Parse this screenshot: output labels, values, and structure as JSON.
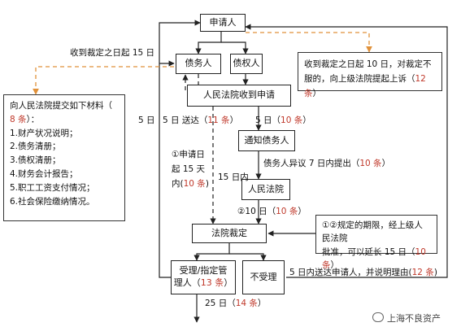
{
  "nodes": {
    "applicant": "申请人",
    "debtor": "债务人",
    "creditor": "债权人",
    "court_receive": "人民法院收到申请",
    "notify_debtor": "通知债务人",
    "court": "人民法院",
    "ruling": "法院裁定",
    "accept_prefix": "受理/指定管",
    "accept_line2": "理人（",
    "accept_ref": "13 条",
    "accept_suffix": "）",
    "reject": "不受理"
  },
  "labels": {
    "ruling_15days": "收到裁定之日起 15 日",
    "appeal_line1": "收到裁定之日起  10 日，对裁定不",
    "appeal_line2_a": "服的，向上级法院提起上诉（",
    "appeal_ref": "12 条",
    "appeal_line2_b": "）",
    "five_day_send_a": "5 日  送达（",
    "five_day_send_ref": "11 条",
    "five_day_send_b": "）",
    "five_day_10_a": "5 日（",
    "five_day_10_ref": "10 条",
    "five_day_10_b": "）",
    "objection_a": "债务人异议 7 日内提出（",
    "objection_ref": "10 条",
    "objection_b": "）",
    "apply_l1": "①申请日",
    "apply_l2": "起   15   天",
    "apply_l3a": "内(",
    "apply_ref": "10 条",
    "apply_l3b": ")",
    "fifteen_within": "15 日内",
    "ten_day_a": "②10 日（",
    "ten_day_ref": "10 条",
    "ten_day_b": "）",
    "extend_l1": "①②规定的期限，经上级人民法院",
    "extend_l2": "批准，可以延长 15 日（",
    "extend_ref": "10 条",
    "extend_l3": "）",
    "left_5day": "5 日",
    "reject_notice_a": "5 日内送达申请人，并说明理由(",
    "reject_notice_ref": "12 条",
    "reject_notice_b": ")",
    "bottom_25_a": "25 日（",
    "bottom_25_ref": "14 条",
    "bottom_25_b": "）"
  },
  "materials": {
    "title": "向人民法院提交如下材料（",
    "ref": "8 条",
    "ref_suffix": "）：",
    "items": [
      "1.财产状况说明；",
      "2.债务清册；",
      "3.债权清册；",
      "4.财务会计报告；",
      "5.职工工资支付情况；",
      "6.社会保险缴纳情况。"
    ]
  },
  "watermark": "上海不良资产",
  "colors": {
    "accent": "#c0392b",
    "dashed_orange": "#e0913a"
  }
}
